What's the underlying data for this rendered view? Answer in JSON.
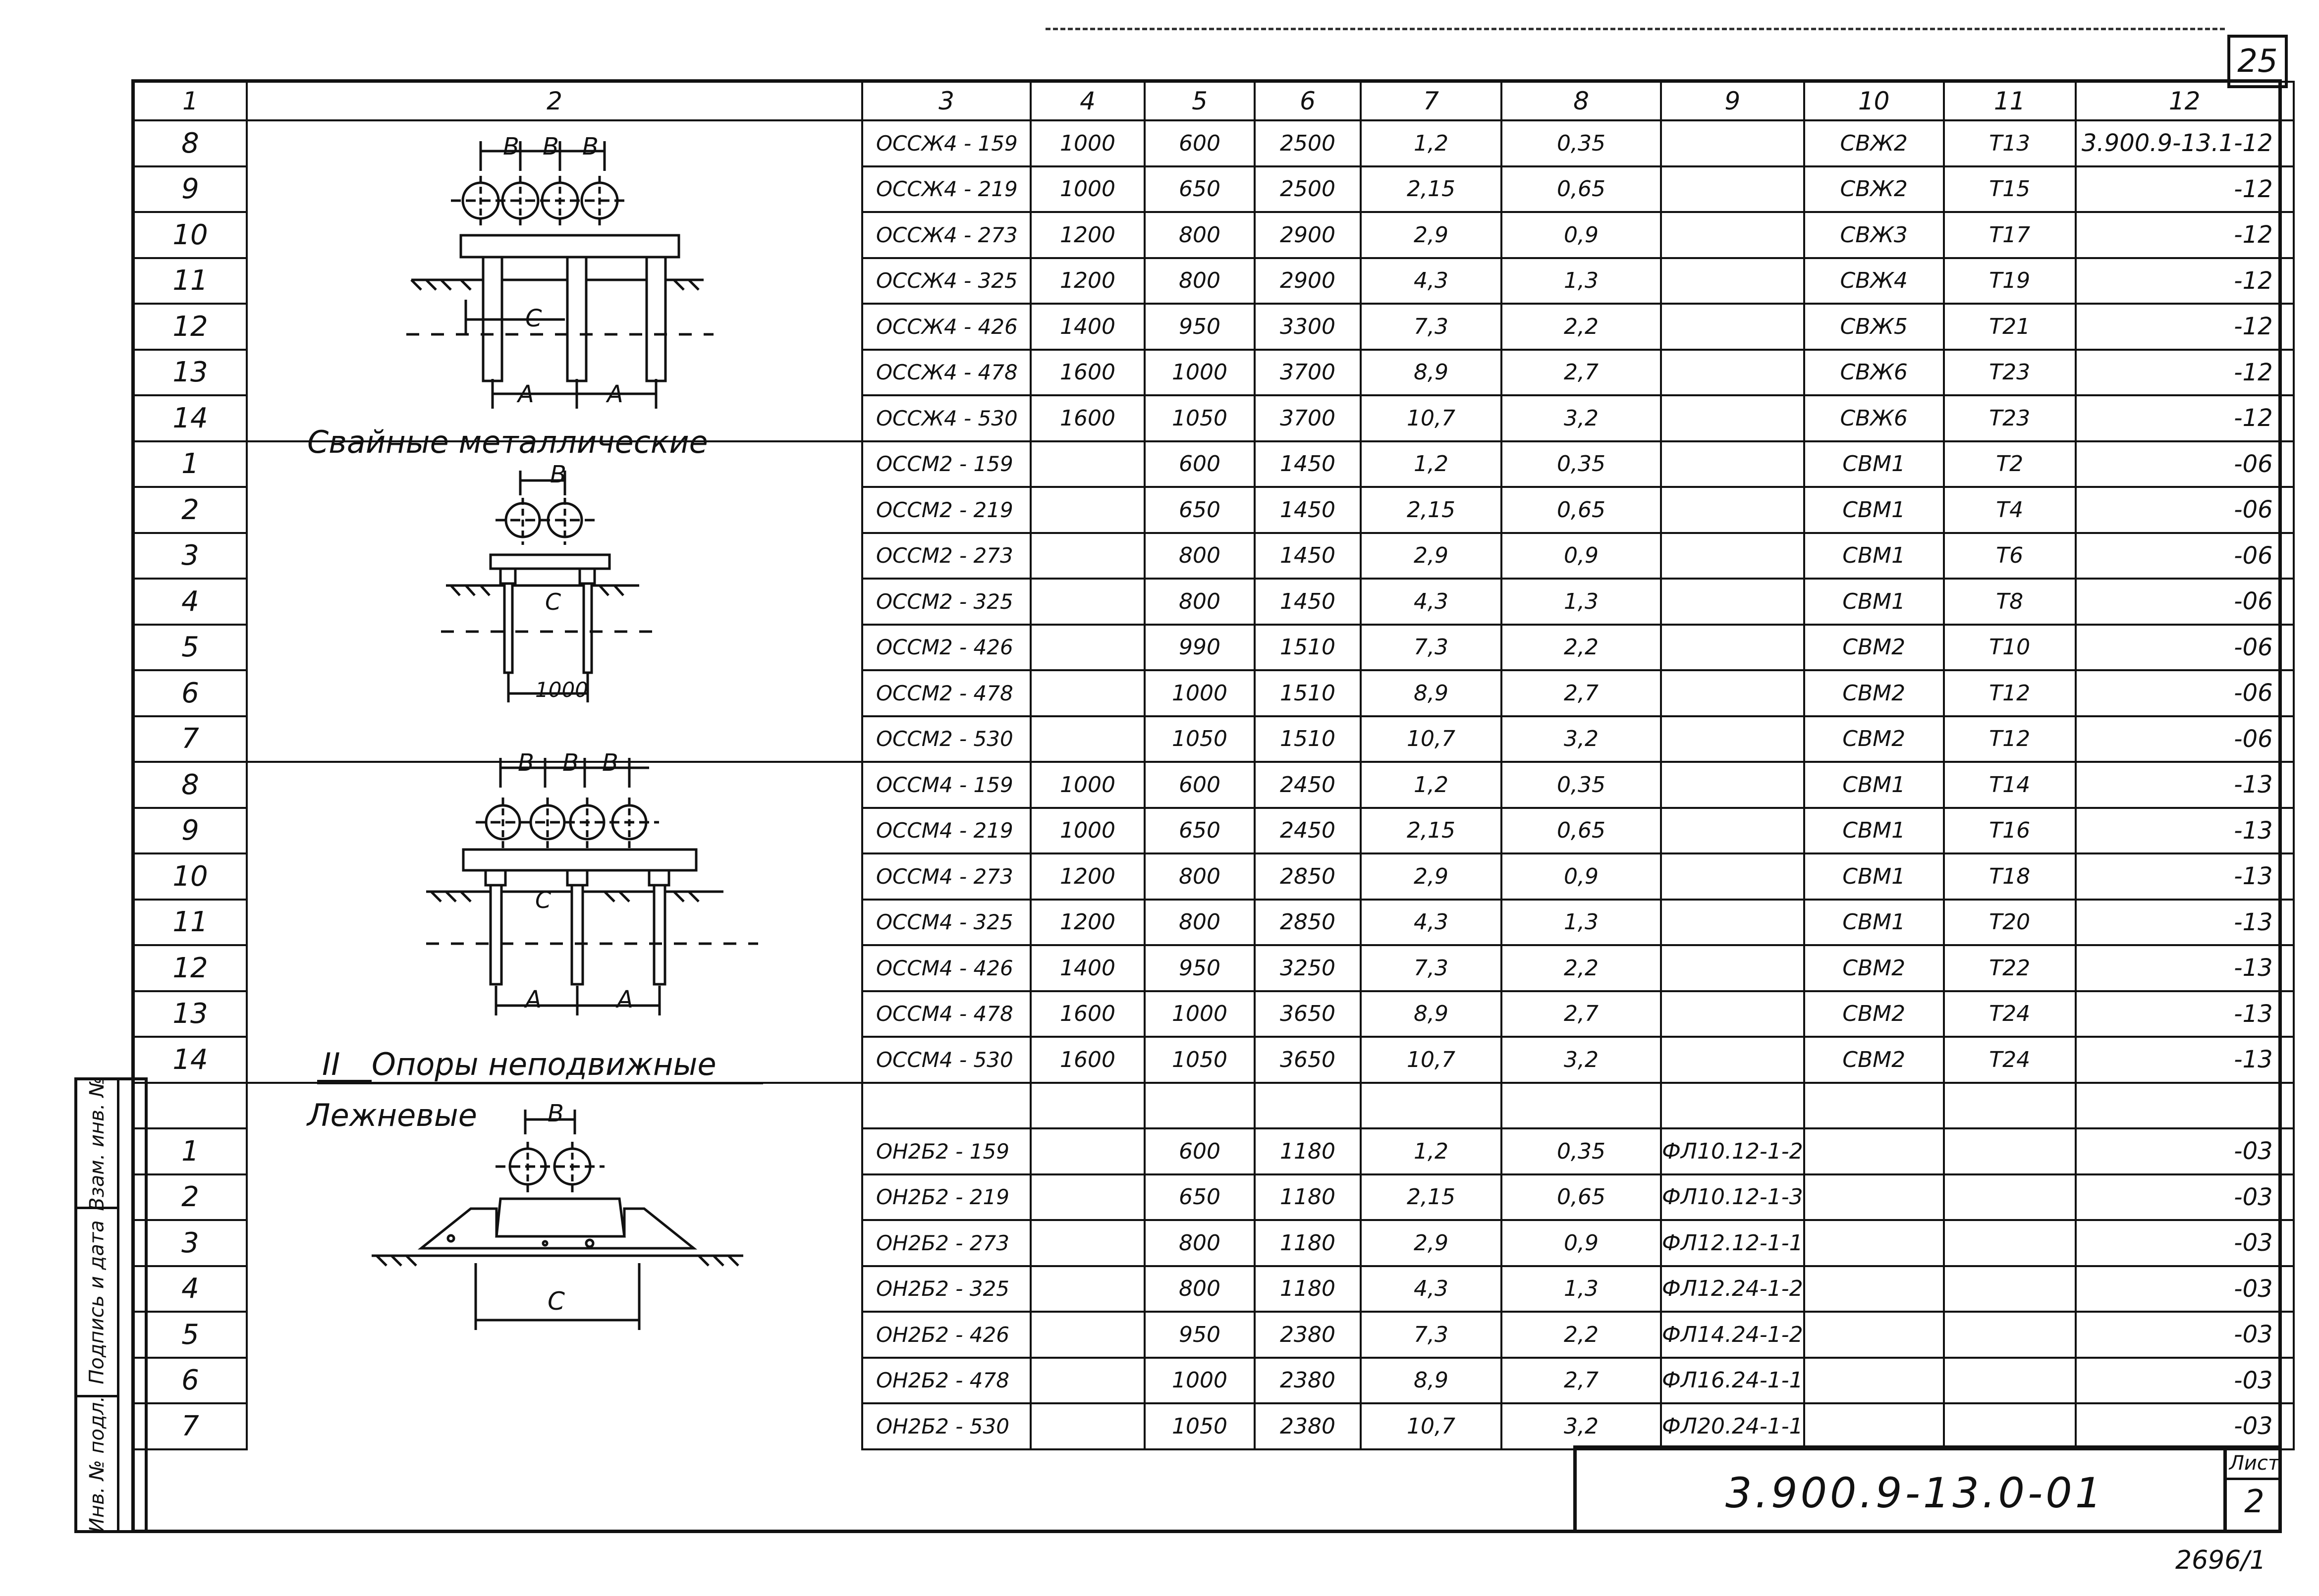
{
  "page_number": "25",
  "header": [
    "1",
    "2",
    "3",
    "4",
    "5",
    "6",
    "7",
    "8",
    "9",
    "10",
    "11",
    "12"
  ],
  "rows": [
    {
      "n": "8",
      "c3": "ОССЖ4 - 159",
      "c4": "1000",
      "c5": "600",
      "c6": "2500",
      "c7": "1,2",
      "c8": "0,35",
      "c9": "",
      "c10": "СВЖ2",
      "c11": "Т13",
      "c12": "3.900.9-13.1-12"
    },
    {
      "n": "9",
      "c3": "ОССЖ4 - 219",
      "c4": "1000",
      "c5": "650",
      "c6": "2500",
      "c7": "2,15",
      "c8": "0,65",
      "c9": "",
      "c10": "СВЖ2",
      "c11": "Т15",
      "c12": "-12"
    },
    {
      "n": "10",
      "c3": "ОССЖ4 - 273",
      "c4": "1200",
      "c5": "800",
      "c6": "2900",
      "c7": "2,9",
      "c8": "0,9",
      "c9": "",
      "c10": "СВЖ3",
      "c11": "Т17",
      "c12": "-12"
    },
    {
      "n": "11",
      "c3": "ОССЖ4 - 325",
      "c4": "1200",
      "c5": "800",
      "c6": "2900",
      "c7": "4,3",
      "c8": "1,3",
      "c9": "",
      "c10": "СВЖ4",
      "c11": "Т19",
      "c12": "-12"
    },
    {
      "n": "12",
      "c3": "ОССЖ4 - 426",
      "c4": "1400",
      "c5": "950",
      "c6": "3300",
      "c7": "7,3",
      "c8": "2,2",
      "c9": "",
      "c10": "СВЖ5",
      "c11": "Т21",
      "c12": "-12"
    },
    {
      "n": "13",
      "c3": "ОССЖ4 - 478",
      "c4": "1600",
      "c5": "1000",
      "c6": "3700",
      "c7": "8,9",
      "c8": "2,7",
      "c9": "",
      "c10": "СВЖ6",
      "c11": "Т23",
      "c12": "-12"
    },
    {
      "n": "14",
      "c3": "ОССЖ4 - 530",
      "c4": "1600",
      "c5": "1050",
      "c6": "3700",
      "c7": "10,7",
      "c8": "3,2",
      "c9": "",
      "c10": "СВЖ6",
      "c11": "Т23",
      "c12": "-12"
    },
    {
      "n": "1",
      "c3": "ОССМ2 - 159",
      "c4": "",
      "c5": "600",
      "c6": "1450",
      "c7": "1,2",
      "c8": "0,35",
      "c9": "",
      "c10": "СВМ1",
      "c11": "Т2",
      "c12": "-06"
    },
    {
      "n": "2",
      "c3": "ОССМ2 - 219",
      "c4": "",
      "c5": "650",
      "c6": "1450",
      "c7": "2,15",
      "c8": "0,65",
      "c9": "",
      "c10": "СВМ1",
      "c11": "Т4",
      "c12": "-06"
    },
    {
      "n": "3",
      "c3": "ОССМ2 - 273",
      "c4": "",
      "c5": "800",
      "c6": "1450",
      "c7": "2,9",
      "c8": "0,9",
      "c9": "",
      "c10": "СВМ1",
      "c11": "Т6",
      "c12": "-06"
    },
    {
      "n": "4",
      "c3": "ОССМ2 - 325",
      "c4": "",
      "c5": "800",
      "c6": "1450",
      "c7": "4,3",
      "c8": "1,3",
      "c9": "",
      "c10": "СВМ1",
      "c11": "Т8",
      "c12": "-06"
    },
    {
      "n": "5",
      "c3": "ОССМ2 - 426",
      "c4": "",
      "c5": "990",
      "c6": "1510",
      "c7": "7,3",
      "c8": "2,2",
      "c9": "",
      "c10": "СВМ2",
      "c11": "Т10",
      "c12": "-06"
    },
    {
      "n": "6",
      "c3": "ОССМ2 - 478",
      "c4": "",
      "c5": "1000",
      "c6": "1510",
      "c7": "8,9",
      "c8": "2,7",
      "c9": "",
      "c10": "СВМ2",
      "c11": "Т12",
      "c12": "-06"
    },
    {
      "n": "7",
      "c3": "ОССМ2 - 530",
      "c4": "",
      "c5": "1050",
      "c6": "1510",
      "c7": "10,7",
      "c8": "3,2",
      "c9": "",
      "c10": "СВМ2",
      "c11": "Т12",
      "c12": "-06"
    },
    {
      "n": "8",
      "c3": "ОССМ4 - 159",
      "c4": "1000",
      "c5": "600",
      "c6": "2450",
      "c7": "1,2",
      "c8": "0,35",
      "c9": "",
      "c10": "СВМ1",
      "c11": "Т14",
      "c12": "-13"
    },
    {
      "n": "9",
      "c3": "ОССМ4 - 219",
      "c4": "1000",
      "c5": "650",
      "c6": "2450",
      "c7": "2,15",
      "c8": "0,65",
      "c9": "",
      "c10": "СВМ1",
      "c11": "Т16",
      "c12": "-13"
    },
    {
      "n": "10",
      "c3": "ОССМ4 - 273",
      "c4": "1200",
      "c5": "800",
      "c6": "2850",
      "c7": "2,9",
      "c8": "0,9",
      "c9": "",
      "c10": "СВМ1",
      "c11": "Т18",
      "c12": "-13"
    },
    {
      "n": "11",
      "c3": "ОССМ4 - 325",
      "c4": "1200",
      "c5": "800",
      "c6": "2850",
      "c7": "4,3",
      "c8": "1,3",
      "c9": "",
      "c10": "СВМ1",
      "c11": "Т20",
      "c12": "-13"
    },
    {
      "n": "12",
      "c3": "ОССМ4 - 426",
      "c4": "1400",
      "c5": "950",
      "c6": "3250",
      "c7": "7,3",
      "c8": "2,2",
      "c9": "",
      "c10": "СВМ2",
      "c11": "Т22",
      "c12": "-13"
    },
    {
      "n": "13",
      "c3": "ОССМ4 - 478",
      "c4": "1600",
      "c5": "1000",
      "c6": "3650",
      "c7": "8,9",
      "c8": "2,7",
      "c9": "",
      "c10": "СВМ2",
      "c11": "Т24",
      "c12": "-13"
    },
    {
      "n": "14",
      "c3": "ОССМ4 - 530",
      "c4": "1600",
      "c5": "1050",
      "c6": "3650",
      "c7": "10,7",
      "c8": "3,2",
      "c9": "",
      "c10": "СВМ2",
      "c11": "Т24",
      "c12": "-13"
    },
    {
      "n": "",
      "c3": "",
      "c4": "",
      "c5": "",
      "c6": "",
      "c7": "",
      "c8": "",
      "c9": "",
      "c10": "",
      "c11": "",
      "c12": ""
    },
    {
      "n": "1",
      "c3": "ОН2Б2 - 159",
      "c4": "",
      "c5": "600",
      "c6": "1180",
      "c7": "1,2",
      "c8": "0,35",
      "c9": "ФЛ10.12-1-2",
      "c10": "",
      "c11": "",
      "c12": "-03"
    },
    {
      "n": "2",
      "c3": "ОН2Б2 - 219",
      "c4": "",
      "c5": "650",
      "c6": "1180",
      "c7": "2,15",
      "c8": "0,65",
      "c9": "ФЛ10.12-1-3",
      "c10": "",
      "c11": "",
      "c12": "-03"
    },
    {
      "n": "3",
      "c3": "ОН2Б2 - 273",
      "c4": "",
      "c5": "800",
      "c6": "1180",
      "c7": "2,9",
      "c8": "0,9",
      "c9": "ФЛ12.12-1-1",
      "c10": "",
      "c11": "",
      "c12": "-03"
    },
    {
      "n": "4",
      "c3": "ОН2Б2 - 325",
      "c4": "",
      "c5": "800",
      "c6": "1180",
      "c7": "4,3",
      "c8": "1,3",
      "c9": "ФЛ12.24-1-2",
      "c10": "",
      "c11": "",
      "c12": "-03"
    },
    {
      "n": "5",
      "c3": "ОН2Б2 - 426",
      "c4": "",
      "c5": "950",
      "c6": "2380",
      "c7": "7,3",
      "c8": "2,2",
      "c9": "ФЛ14.24-1-2",
      "c10": "",
      "c11": "",
      "c12": "-03"
    },
    {
      "n": "6",
      "c3": "ОН2Б2 - 478",
      "c4": "",
      "c5": "1000",
      "c6": "2380",
      "c7": "8,9",
      "c8": "2,7",
      "c9": "ФЛ16.24-1-1",
      "c10": "",
      "c11": "",
      "c12": "-03"
    },
    {
      "n": "7",
      "c3": "ОН2Б2 - 530",
      "c4": "",
      "c5": "1050",
      "c6": "2380",
      "c7": "10,7",
      "c8": "3,2",
      "c9": "ФЛ20.24-1-1",
      "c10": "",
      "c11": "",
      "c12": "-03"
    }
  ],
  "sections": {
    "metal_title": "Свайные металлические",
    "fixed_title_roman": "II",
    "fixed_title": "Опоры неподвижные",
    "fixed_sub": "Лежневые"
  },
  "dims": {
    "B": "В",
    "A": "А",
    "C": "С",
    "d1000": "1000"
  },
  "sidebar": {
    "inv_orig": "Инв. № подл.",
    "sign_date": "Подпись и дата",
    "vzam_inv": "Взам. инв. №"
  },
  "stamp": {
    "code": "3.900.9-13.0-01",
    "sheet_label": "Лист",
    "sheet_num": "2"
  },
  "corner_code": "2696/1"
}
